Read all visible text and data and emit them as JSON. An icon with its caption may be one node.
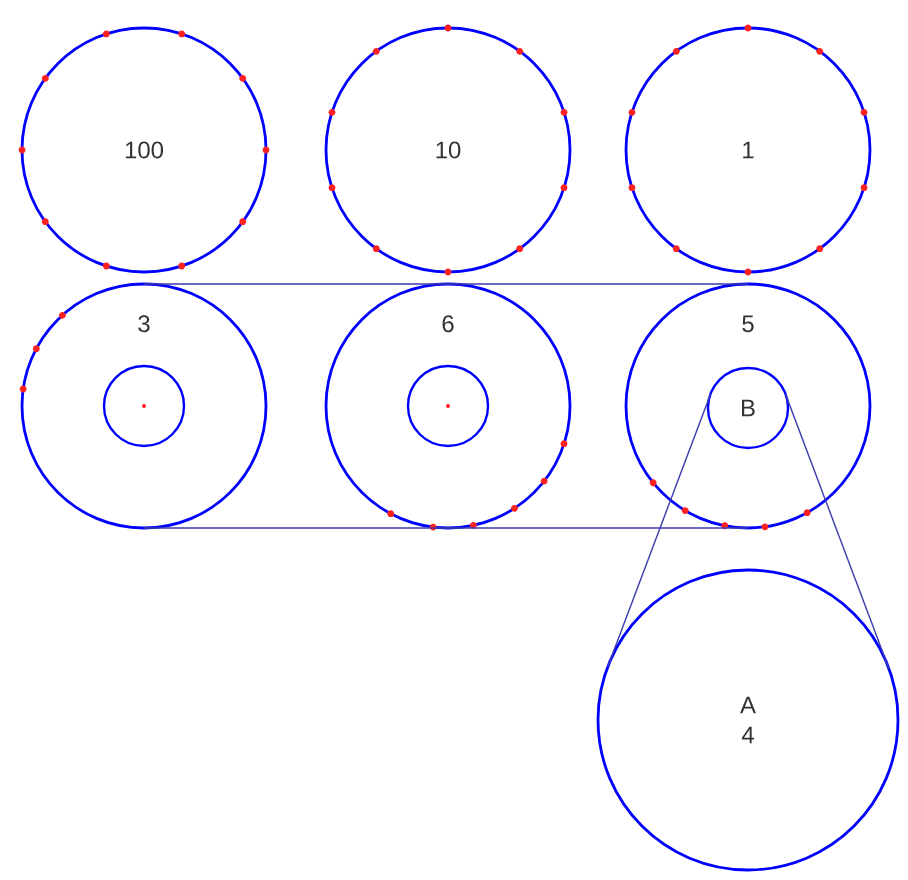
{
  "diagram": {
    "nodes": [
      {
        "text": [
          "100"
        ]
      },
      {
        "text": [
          "10"
        ]
      },
      {
        "text": [
          "1"
        ]
      },
      {
        "text": [
          "3"
        ]
      },
      {
        "text": [],
        "shape": "circle",
        "in": 3
      },
      {
        "text": [
          "6"
        ]
      },
      {
        "text": [],
        "shape": "circle",
        "in": 5
      },
      {
        "text": [
          "5"
        ]
      },
      {
        "text": [
          "B"
        ],
        "in": 7
      },
      {
        "text": [
          "A",
          "4"
        ]
      }
    ],
    "edges": [
      {
        "from": 3,
        "to": 7,
        "arrow": "none"
      },
      {
        "from": 3,
        "to": 7,
        "arrow": "none"
      },
      {
        "from": 8,
        "to": 9,
        "arrow": "none"
      },
      {
        "from": 8,
        "to": 9,
        "arrow": "none"
      }
    ]
  }
}
